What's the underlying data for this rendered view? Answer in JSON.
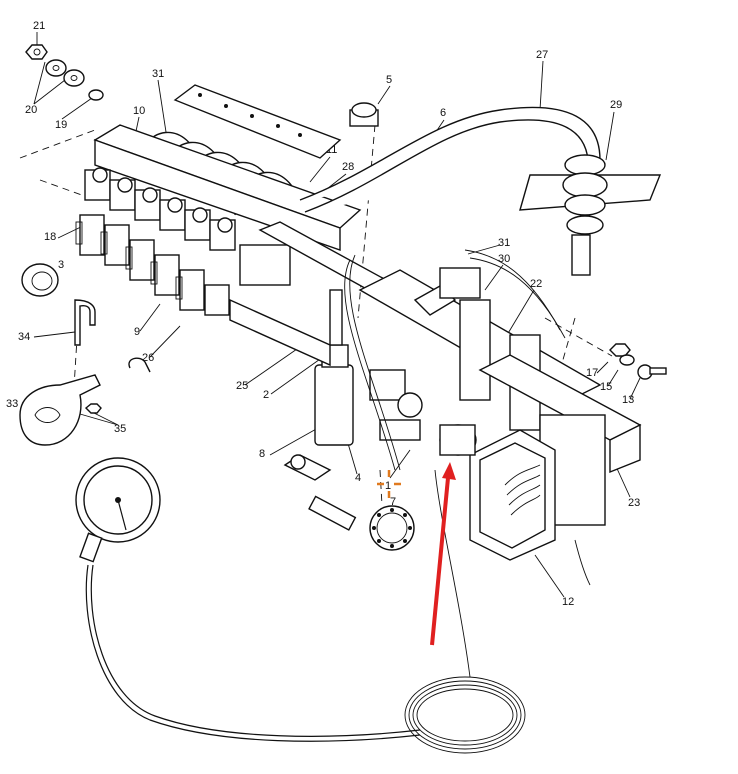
{
  "diagram": {
    "callouts": [
      {
        "id": "c21",
        "label": "21"
      },
      {
        "id": "c20",
        "label": "20"
      },
      {
        "id": "c19",
        "label": "19"
      },
      {
        "id": "c31a",
        "label": "31"
      },
      {
        "id": "c10",
        "label": "10"
      },
      {
        "id": "c5",
        "label": "5"
      },
      {
        "id": "c6",
        "label": "6"
      },
      {
        "id": "c27",
        "label": "27"
      },
      {
        "id": "c29",
        "label": "29"
      },
      {
        "id": "c11",
        "label": "11"
      },
      {
        "id": "c28",
        "label": "28"
      },
      {
        "id": "c18",
        "label": "18"
      },
      {
        "id": "c3",
        "label": "3"
      },
      {
        "id": "c31b",
        "label": "31"
      },
      {
        "id": "c30",
        "label": "30"
      },
      {
        "id": "c22",
        "label": "22"
      },
      {
        "id": "c34",
        "label": "34"
      },
      {
        "id": "c9",
        "label": "9"
      },
      {
        "id": "c26",
        "label": "26"
      },
      {
        "id": "c25",
        "label": "25"
      },
      {
        "id": "c2",
        "label": "2"
      },
      {
        "id": "c17",
        "label": "17"
      },
      {
        "id": "c15",
        "label": "15"
      },
      {
        "id": "c13",
        "label": "13"
      },
      {
        "id": "c33",
        "label": "33"
      },
      {
        "id": "c35",
        "label": "35"
      },
      {
        "id": "c8",
        "label": "8"
      },
      {
        "id": "c4",
        "label": "4"
      },
      {
        "id": "c1",
        "label": "1"
      },
      {
        "id": "c7",
        "label": "7"
      },
      {
        "id": "c23",
        "label": "23"
      },
      {
        "id": "c12",
        "label": "12"
      }
    ],
    "highlight_color": "#e07a1f",
    "arrow_color": "#e02020"
  }
}
